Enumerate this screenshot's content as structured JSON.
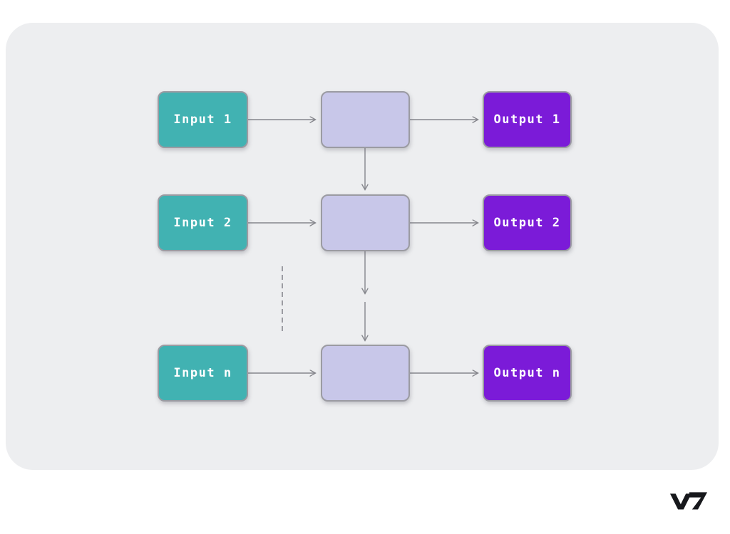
{
  "page": {
    "background": "#ffffff"
  },
  "canvas": {
    "background": "#edeef0"
  },
  "diagram": {
    "type": "flow",
    "description_of_structure": "Three rows; each row: input node -> unlabeled process node -> output node; process nodes chained vertically with arrows; dashed line indicates omitted rows between row 2 and row n",
    "rows": [
      {
        "input_label": "Input 1",
        "process_label": "",
        "output_label": "Output 1"
      },
      {
        "input_label": "Input 2",
        "process_label": "",
        "output_label": "Output 2"
      },
      {
        "input_label": "Input n",
        "process_label": "",
        "output_label": "Output n"
      }
    ],
    "colors": {
      "input": "#41b2b2",
      "process": "#c8c7e9",
      "output": "#7b1bd8",
      "border": "#9b9ba2",
      "arrow": "#85868c",
      "text": "#ffffff",
      "logo": "#17181c",
      "canvas-bg": "#edeef0",
      "page-bg": "#ffffff"
    }
  },
  "branding": {
    "logo_text": "V7"
  }
}
